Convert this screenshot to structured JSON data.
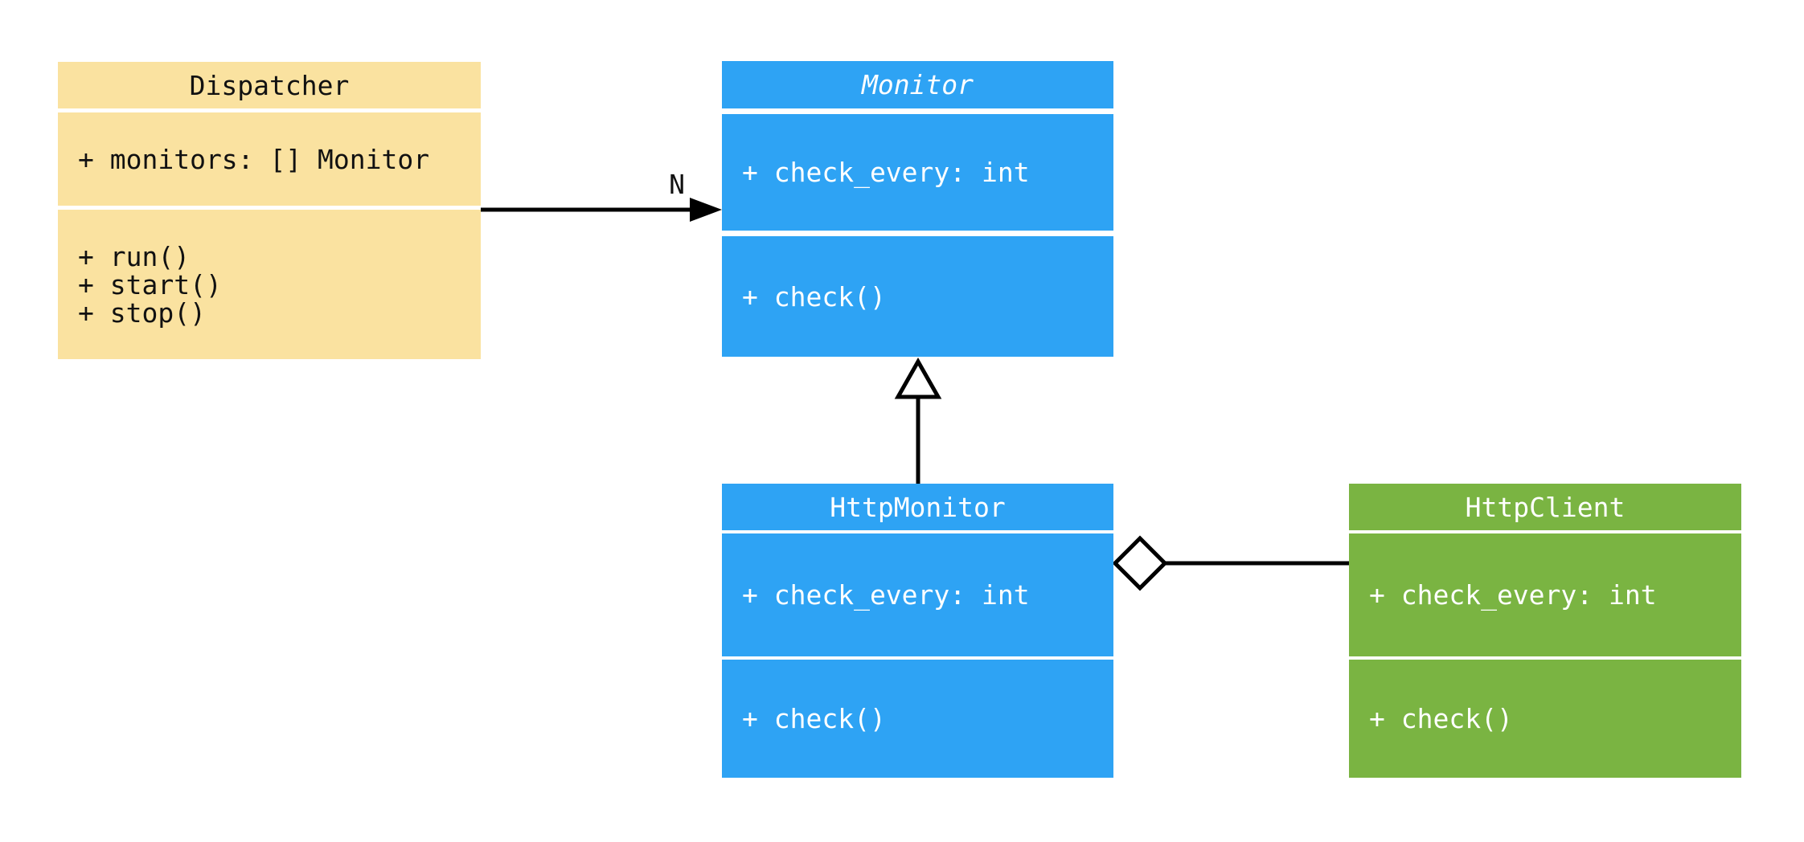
{
  "diagram": {
    "kind": "uml-class-diagram",
    "background_color": "#ffffff",
    "line_color": "#000000"
  },
  "classes": [
    {
      "name": "Dispatcher",
      "abstract": false,
      "color": "#FAE2A0",
      "text_color": "#111111",
      "attributes": [
        "+ monitors: [] Monitor"
      ],
      "methods": [
        "+ run()",
        "+ start()",
        "+ stop()"
      ]
    },
    {
      "name": "Monitor",
      "abstract": true,
      "color": "#2EA3F4",
      "text_color": "#ffffff",
      "attributes": [
        "+ check_every: int"
      ],
      "methods": [
        "+ check()"
      ]
    },
    {
      "name": "HttpMonitor",
      "abstract": false,
      "color": "#2EA3F4",
      "text_color": "#ffffff",
      "attributes": [
        "+ check_every: int"
      ],
      "methods": [
        "+ check()"
      ]
    },
    {
      "name": "HttpClient",
      "abstract": false,
      "color": "#7AB442",
      "text_color": "#ffffff",
      "attributes": [
        "+ check_every: int"
      ],
      "methods": [
        "+ check()"
      ]
    }
  ],
  "relationships": [
    {
      "from": "Dispatcher",
      "to": "Monitor",
      "type": "directed-association",
      "label": "N"
    },
    {
      "from": "HttpMonitor",
      "to": "Monitor",
      "type": "generalization",
      "label": ""
    },
    {
      "from": "HttpMonitor",
      "to": "HttpClient",
      "type": "aggregation",
      "label": ""
    }
  ]
}
